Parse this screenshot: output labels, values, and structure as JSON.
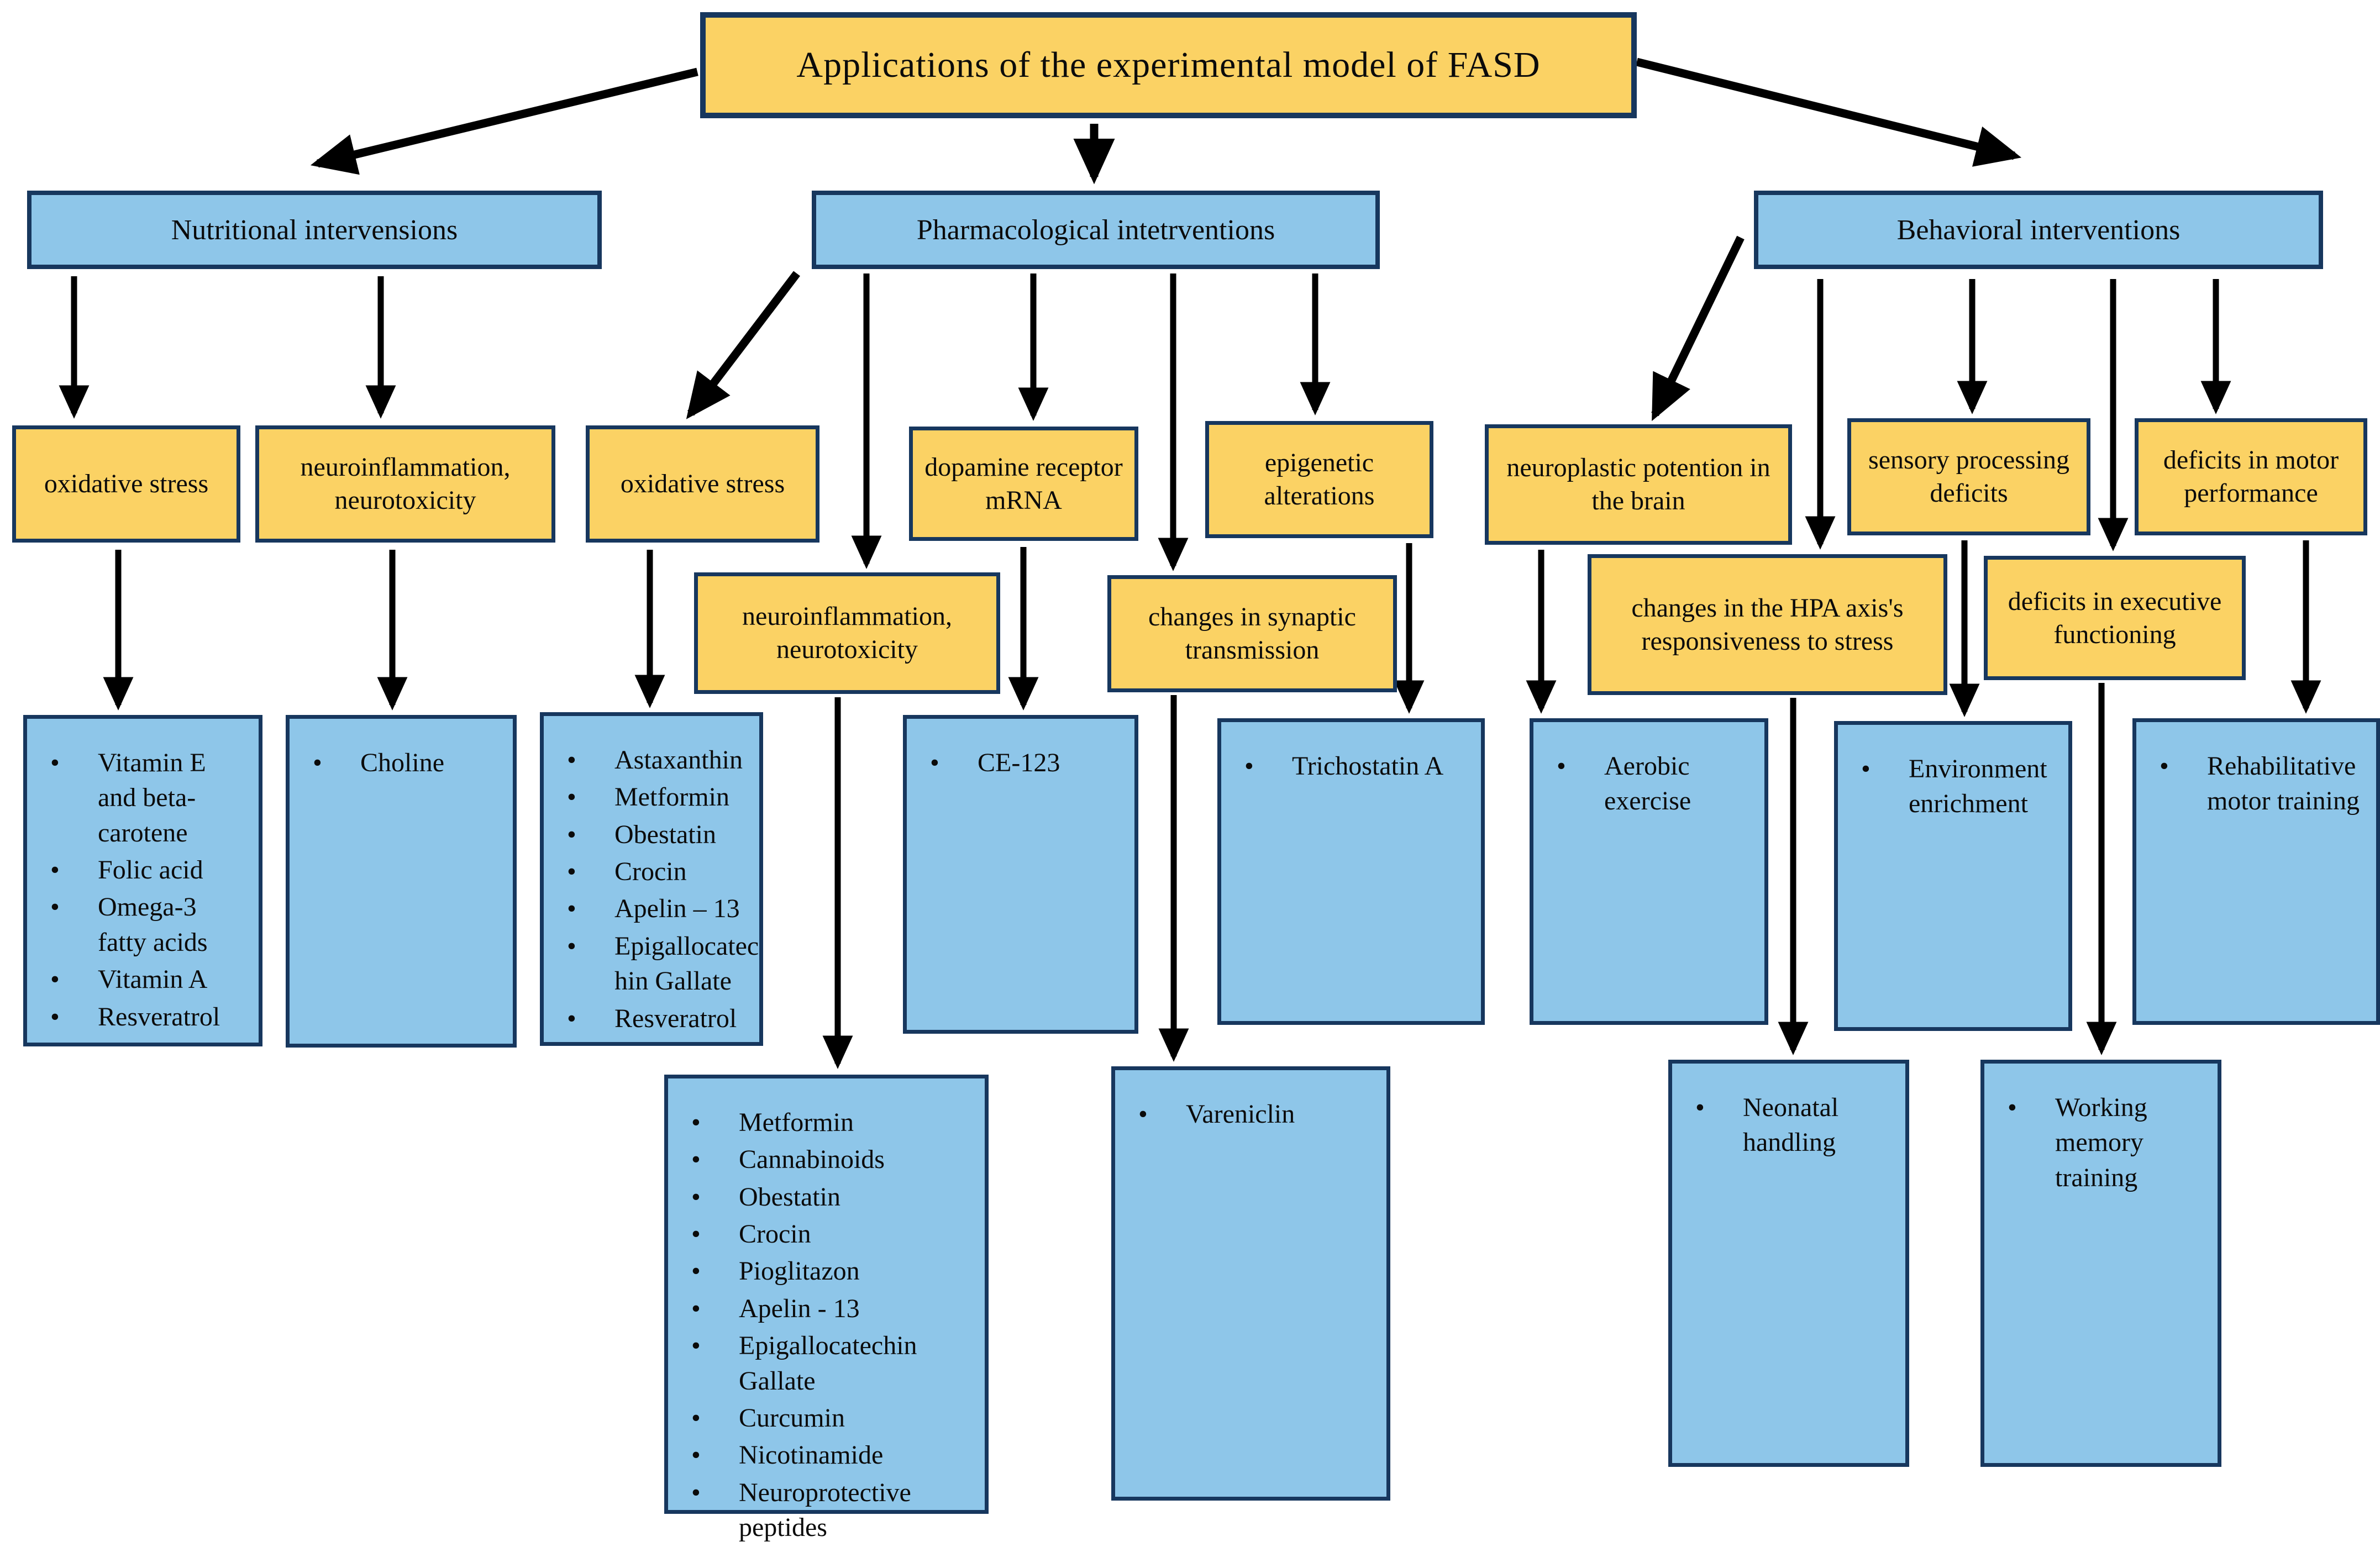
{
  "title": "Applications of the experimental model of FASD",
  "branches": {
    "nutritional": "Nutritional intervensions",
    "pharmacological": "Pharmacological intetrventions",
    "behavioral": "Behavioral interventions"
  },
  "mechanisms": {
    "oxidative_left": "oxidative stress",
    "neuroinflammation_left": "neuroinflammation, neurotoxicity",
    "oxidative_pharm": "oxidative stress",
    "dopamine": "dopamine receptor mRNA",
    "epigenetic": "epigenetic alterations",
    "neuroplastic": "neuroplastic potention in the brain",
    "sensory": "sensory processing deficits",
    "motor": "deficits in motor performance",
    "neuroinflammation_pharm": "neuroinflammation, neurotoxicity",
    "synaptic": "changes in synaptic transmission",
    "hpa": "changes in the HPA axis's responsiveness to stress",
    "executive": "deficits in executive functioning"
  },
  "treatments": {
    "nutritional_oxidative": {
      "items": [
        "Vitamin E and beta-carotene",
        "Folic acid",
        "Omega-3 fatty acids",
        "Vitamin A",
        "Resveratrol"
      ]
    },
    "nutritional_neuroinflammation": {
      "items": [
        "Choline"
      ]
    },
    "pharm_oxidative": {
      "items": [
        "Astaxanthin",
        "Metformin",
        "Obestatin",
        "Crocin",
        "Apelin – 13",
        "Epigallocatechin Gallate",
        "Resveratrol"
      ]
    },
    "pharm_dopamine": {
      "items": [
        "CE-123"
      ]
    },
    "pharm_epigenetic": {
      "items": [
        "Trichostatin A"
      ]
    },
    "pharm_neuroinflammation": {
      "items": [
        "Metformin",
        "Cannabinoids",
        "Obestatin",
        "Crocin",
        "Pioglitazon",
        "Apelin - 13",
        "Epigallocatechin Gallate",
        "Curcumin",
        "Nicotinamide",
        "Neuroprotective peptides"
      ]
    },
    "pharm_synaptic": {
      "items": [
        "Vareniclin"
      ]
    },
    "behavioral_neuroplastic": {
      "items": [
        "Aerobic exercise"
      ]
    },
    "behavioral_sensory": {
      "items": [
        "Environment enrichment"
      ]
    },
    "behavioral_motor": {
      "items": [
        "Rehabilitative motor training"
      ]
    },
    "behavioral_hpa": {
      "items": [
        "Neonatal handling"
      ]
    },
    "behavioral_executive": {
      "items": [
        "Working memory training"
      ]
    }
  },
  "colors": {
    "node_yellow": "#FBD264",
    "node_blue": "#8EC6E9",
    "border_navy": "#17375E",
    "arrow_black": "#000000"
  }
}
